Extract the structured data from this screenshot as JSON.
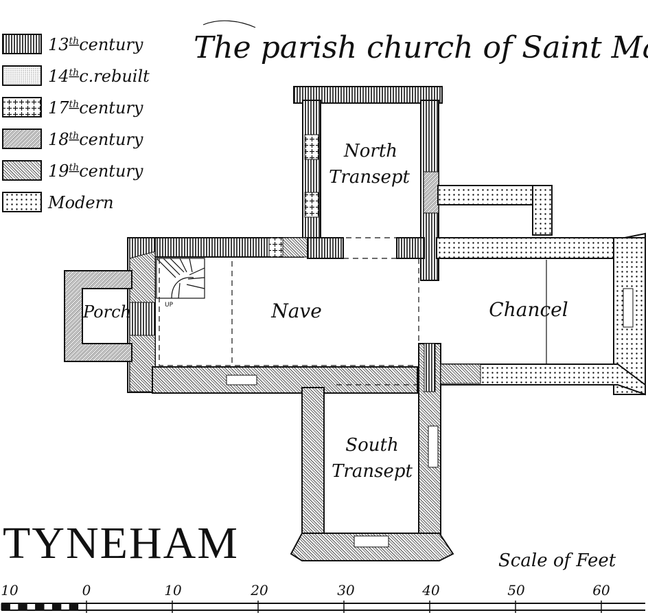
{
  "title": "The parish church of Saint Mary",
  "place_name": "TYNEHAM",
  "legend": [
    {
      "key": "13c",
      "num": "13",
      "sup": "th",
      "rest": "century",
      "pattern": "vertical-hatch"
    },
    {
      "key": "14c",
      "num": "14",
      "sup": "th",
      "rest": "c.rebuilt",
      "pattern": "fine-stipple"
    },
    {
      "key": "17c",
      "num": "17",
      "sup": "th",
      "rest": "century",
      "pattern": "crosses"
    },
    {
      "key": "18c",
      "num": "18",
      "sup": "th",
      "rest": "century",
      "pattern": "diagonal-fine"
    },
    {
      "key": "19c",
      "num": "19",
      "sup": "th",
      "rest": "century",
      "pattern": "diagonal-coarse"
    },
    {
      "key": "mod",
      "num": "",
      "sup": "",
      "rest": "Modern",
      "pattern": "dots"
    }
  ],
  "rooms": {
    "north_transept": [
      "North",
      "Transept"
    ],
    "south_transept": [
      "South",
      "Transept"
    ],
    "nave": "Nave",
    "chancel": "Chancel",
    "porch": "Porch",
    "stair_label": "UP"
  },
  "scale": {
    "title": "Scale of Feet",
    "ticks": [
      "10",
      "0",
      "10",
      "20",
      "30",
      "40",
      "50",
      "60"
    ]
  }
}
